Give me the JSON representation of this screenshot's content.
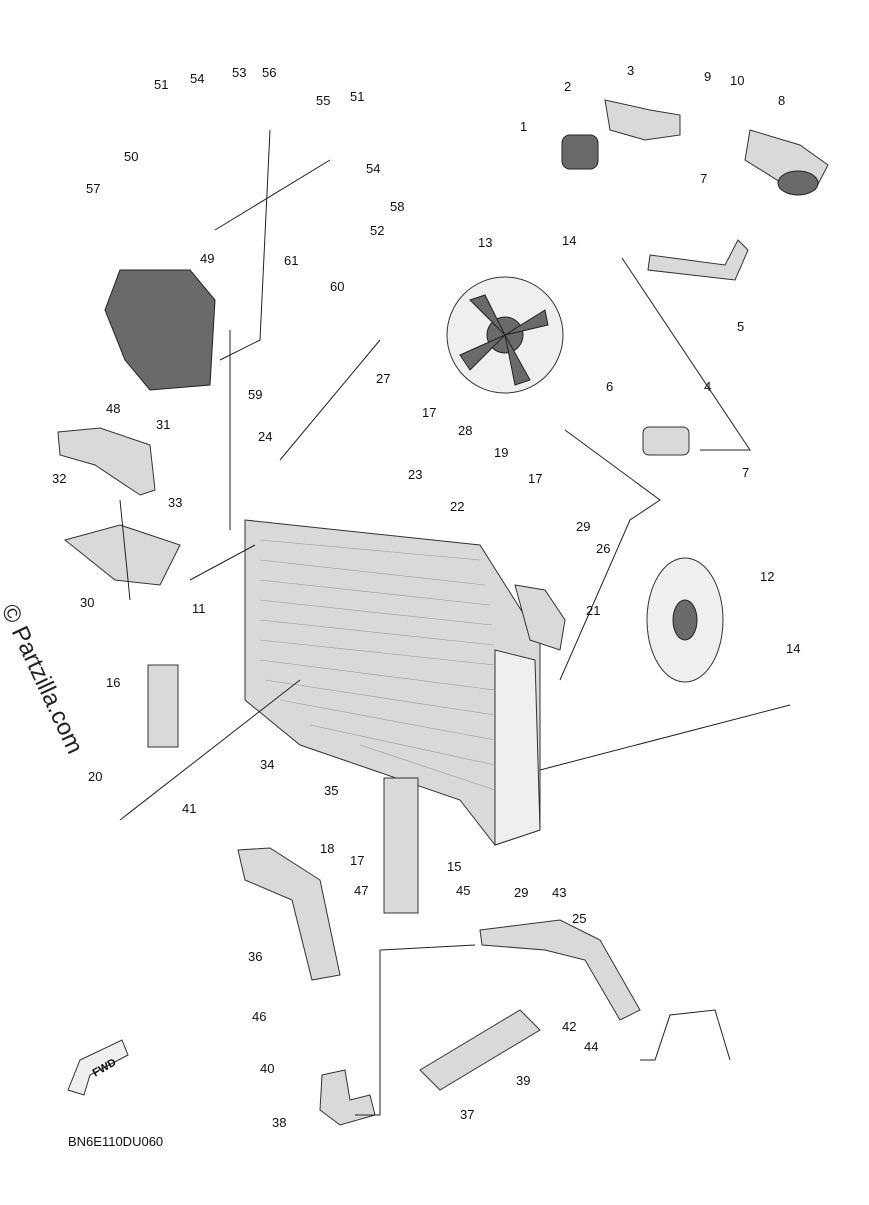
{
  "diagram": {
    "drawing_code": "BN6E110DU060",
    "watermark": "© Partzilla.com",
    "forward_marker": "FWD",
    "callouts": [
      "1",
      "2",
      "3",
      "4",
      "5",
      "6",
      "7",
      "7",
      "8",
      "9",
      "10",
      "11",
      "12",
      "13",
      "14",
      "14",
      "15",
      "16",
      "17",
      "17",
      "17",
      "18",
      "19",
      "20",
      "21",
      "22",
      "23",
      "24",
      "25",
      "26",
      "27",
      "28",
      "29",
      "29",
      "30",
      "31",
      "32",
      "33",
      "34",
      "35",
      "36",
      "37",
      "38",
      "39",
      "40",
      "41",
      "42",
      "43",
      "44",
      "45",
      "46",
      "47",
      "48",
      "49",
      "50",
      "51",
      "51",
      "52",
      "53",
      "54",
      "54",
      "55",
      "56",
      "57",
      "58",
      "59",
      "60",
      "61"
    ]
  }
}
